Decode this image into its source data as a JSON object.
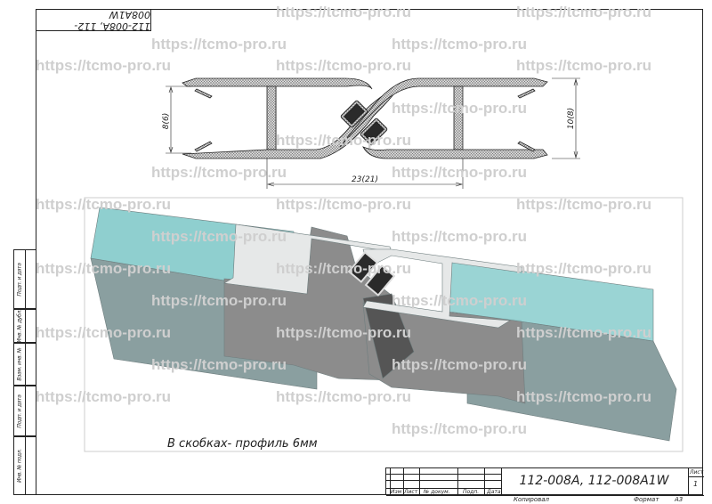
{
  "drawing": {
    "designation_rotated": "112-008A, 112-008A1W",
    "title": "112-008A, 112-008A1W",
    "sheet_label": "Лист",
    "sheet_number": "1",
    "copied_label": "Копировал",
    "format_label": "Формат",
    "format_value": "А3",
    "caption": "В скобках- профиль 6мм",
    "watermark": "https://tcmo-pro.ru"
  },
  "dimensions": {
    "height_left": "8(6)",
    "width": "23(21)",
    "height_right": "10(8)"
  },
  "title_block_headers": [
    "Изм",
    "Лист",
    "№ докум.",
    "Подп.",
    "Дата"
  ],
  "side_stamp": [
    "Подп. и дата",
    "Инв. № дубл.",
    "Взам. инв. №",
    "Подп. и дата",
    "Инв. № подл."
  ],
  "colors": {
    "glass_top": "#8fcfcf",
    "glass_side": "#8a9fa0",
    "profile": "#8c8c8c",
    "magnet": "#2a2a2a"
  }
}
